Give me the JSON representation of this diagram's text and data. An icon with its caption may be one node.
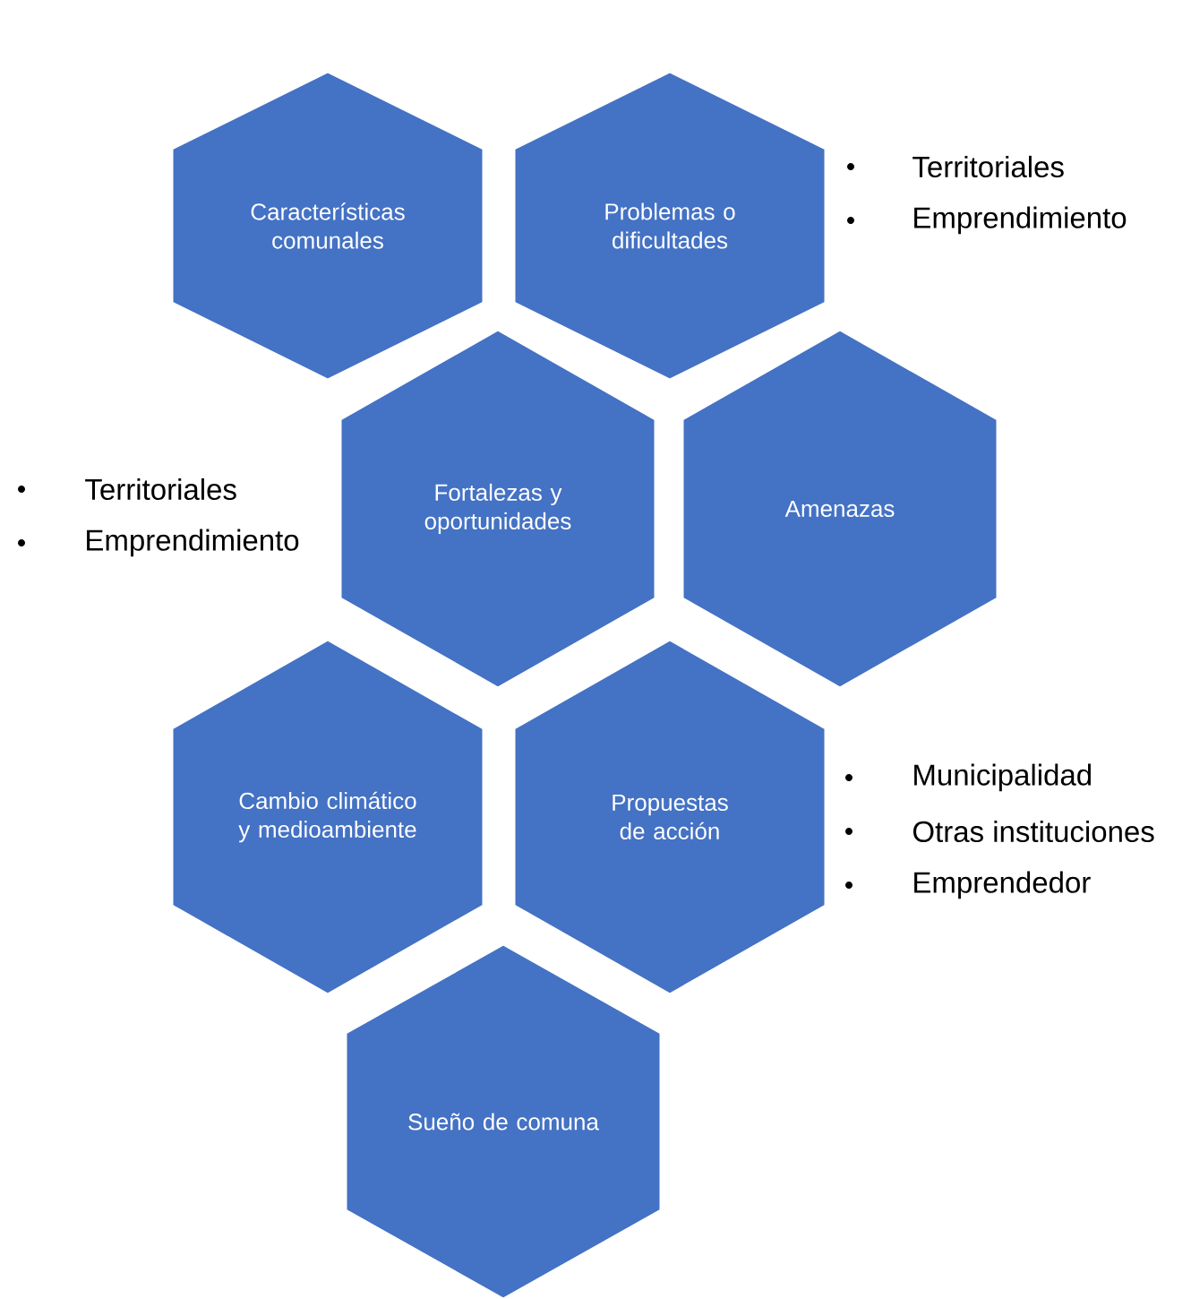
{
  "diagram": {
    "nodes": [
      {
        "text": [
          "Características comunales"
        ]
      },
      {
        "text": [
          "Problemas o dificultades"
        ],
        "beside": [
          "Territoriales",
          "Emprendimiento"
        ]
      },
      {
        "text": [
          "Fortalezas y oportunidades"
        ],
        "beside": [
          "Territoriales",
          "Emprendimiento"
        ]
      },
      {
        "text": [
          "Amenazas"
        ]
      },
      {
        "text": [
          "Cambio climático y medioambiente"
        ]
      },
      {
        "text": [
          "Propuestas de acción"
        ],
        "beside": [
          "Municipalidad",
          "Otras instituciones",
          "Emprendedor"
        ]
      },
      {
        "text": [
          "Sueño de comuna"
        ]
      }
    ]
  }
}
